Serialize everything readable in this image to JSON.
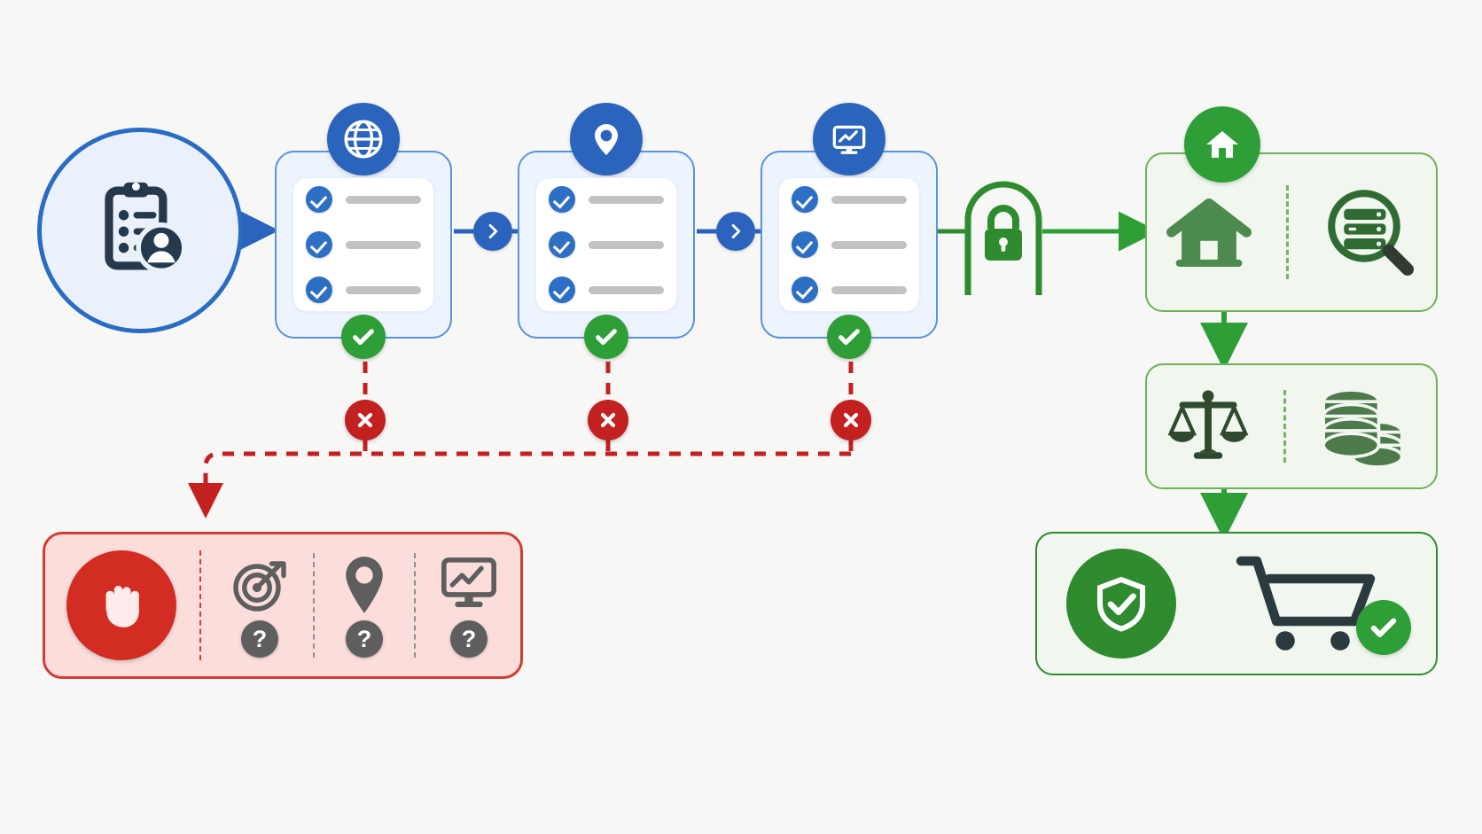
{
  "background_color": "#f7f7f6",
  "palette": {
    "blue_primary": "#2a64bc",
    "blue_border": "#5a92dd",
    "blue_card_fill": "#eef4fd",
    "blue_start_fill": "#eaf1fb",
    "green_primary": "#2e9e36",
    "green_dark": "#2f6b33",
    "green_panel_fill": "#f1f7ef",
    "green_panel_border": "#6db257",
    "red_primary": "#c32020",
    "red_panel_fill": "#fbdedc",
    "red_panel_border": "#d33c35",
    "gray_icon": "#5e5e5e",
    "gray_bar": "#c2c2c2"
  },
  "diagram": {
    "type": "flowchart",
    "start_node": {
      "icon": "clipboard-user-icon",
      "shape": "circle"
    },
    "process_cards": [
      {
        "badge_icon": "globe-icon",
        "checklist_rows": 3,
        "status_icon": "check-circle-icon",
        "reject_icon": "x-circle-icon"
      },
      {
        "badge_icon": "map-pin-icon",
        "checklist_rows": 3,
        "status_icon": "check-circle-icon",
        "reject_icon": "x-circle-icon"
      },
      {
        "badge_icon": "monitor-chart-icon",
        "checklist_rows": 3,
        "status_icon": "check-circle-icon",
        "reject_icon": "x-circle-icon"
      }
    ],
    "connectors": [
      {
        "kind": "arrow",
        "color": "#2a64bc",
        "from": "start-node",
        "to": "process-card-1"
      },
      {
        "kind": "chevron",
        "color": "#2a64bc",
        "from": "process-card-1",
        "to": "process-card-2"
      },
      {
        "kind": "chevron",
        "color": "#2a64bc",
        "from": "process-card-2",
        "to": "process-card-3"
      },
      {
        "kind": "arrow",
        "color": "#2e8b2e",
        "from": "lock-gate",
        "to": "approved-panel-1"
      },
      {
        "kind": "arrow",
        "color": "#2e8b2e",
        "from": "approved-panel-1",
        "to": "approved-panel-2"
      },
      {
        "kind": "arrow",
        "color": "#2e8b2e",
        "from": "approved-panel-2",
        "to": "approved-panel-3"
      },
      {
        "kind": "dashed-arrow",
        "color": "#c32020",
        "from": "reject-bus",
        "to": "rejected-panel"
      }
    ],
    "gate": {
      "icon": "padlock-icon",
      "shape": "arch",
      "color": "#2e8b2e"
    },
    "approved_branch": {
      "badge_icon": "home-circle-icon",
      "panels": [
        {
          "name": "property-verification-panel",
          "icons": [
            "house-icon",
            "server-search-icon"
          ],
          "divider": "dashed"
        },
        {
          "name": "legal-finance-panel",
          "icons": [
            "scales-icon",
            "coin-stack-icon"
          ],
          "divider": "dashed"
        },
        {
          "name": "secure-checkout-panel",
          "icons": [
            "shield-check-icon",
            "cart-check-icon"
          ],
          "divider": "none"
        }
      ]
    },
    "rejected_branch": {
      "panel_name": "rejected-panel",
      "stop_icon": "stop-hand-icon",
      "unknown_items": [
        {
          "icon": "target-arrow-icon",
          "badge": "question-icon",
          "badge_label": "?"
        },
        {
          "icon": "map-pin-gray-icon",
          "badge": "question-icon",
          "badge_label": "?"
        },
        {
          "icon": "monitor-chart-gray-icon",
          "badge": "question-icon",
          "badge_label": "?"
        }
      ]
    }
  }
}
